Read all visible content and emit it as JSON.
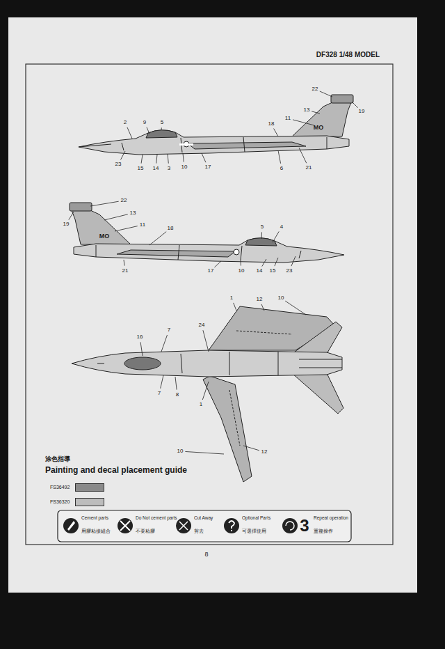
{
  "diagram": {
    "title": "Painting and decal placement guide",
    "labels": [
      "DF328 1/48 MODEL",
      "2",
      "9",
      "5",
      "22",
      "13",
      "11",
      "19",
      "18",
      "23",
      "15",
      "14",
      "3",
      "10",
      "17",
      "6",
      "21",
      "22",
      "19",
      "13",
      "11",
      "18",
      "21",
      "5",
      "4",
      "17",
      "10",
      "14",
      "15",
      "23",
      "12",
      "10",
      "16",
      "7",
      "24",
      "1",
      "7",
      "8",
      "1",
      "10",
      "12",
      "MO",
      "MO",
      "涂色指導",
      "Cement parts",
      "用膠粘接組合",
      "Do Not cement parts",
      "不要粘膠",
      "Cut Away",
      "剪去",
      "Optional Parts",
      "可選擇使用",
      "Repeat operation",
      "重複操作",
      "3",
      "8"
    ],
    "legend": [
      {
        "text": "FS36492",
        "color": "#8a8a8a"
      },
      {
        "text": "FS36320",
        "color": "#bdbdbd"
      }
    ]
  }
}
